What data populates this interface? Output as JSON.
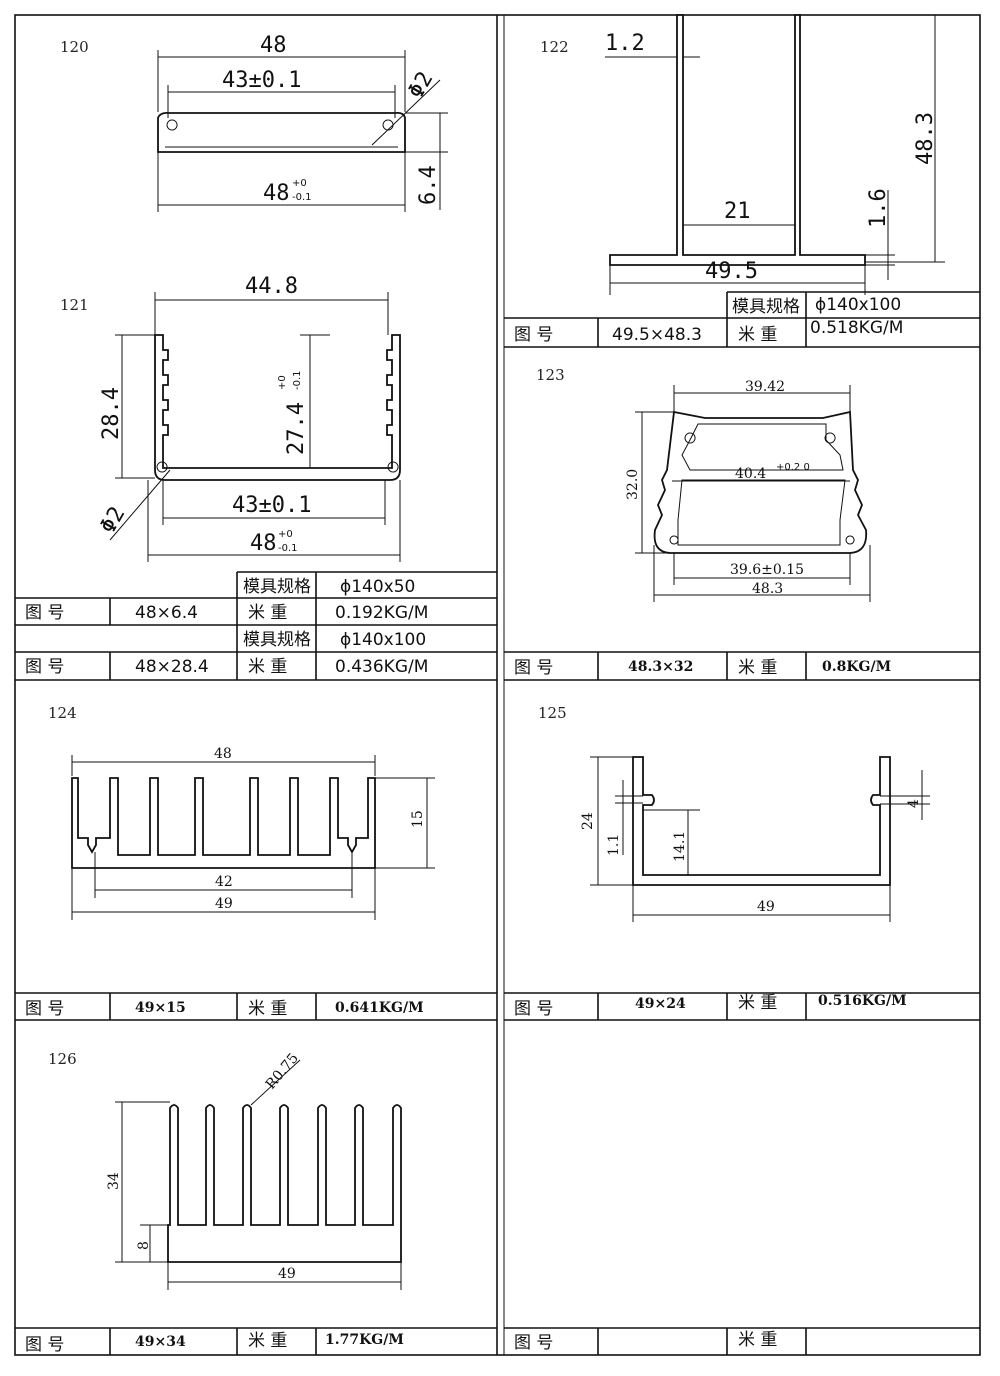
{
  "labels": {
    "figure_no": "图  号",
    "weight": "米  重",
    "die_spec": "模具规格"
  },
  "p120": {
    "number": "120",
    "width": "48",
    "inner": "43±0.1",
    "hole": "Φ2",
    "height": "6.4",
    "base": "48",
    "tol_plus": "+0",
    "tol_minus": "-0.1"
  },
  "p121": {
    "number": "121",
    "width": "44.8",
    "height": "28.4",
    "inner_h": "27.4",
    "tol_plus": "+0",
    "tol_minus": "-0.1",
    "inner": "43±0.1",
    "base": "48",
    "hole": "Φ2"
  },
  "t120": {
    "size": "48×6.4",
    "die": "ϕ140x50",
    "weight": "0.192KG/M"
  },
  "t121": {
    "size": "48×28.4",
    "die": "ϕ140x100",
    "weight": "0.436KG/M"
  },
  "p122": {
    "number": "122",
    "fin_t": "1.2",
    "gap": "21",
    "width": "49.5",
    "base_t": "1.6",
    "height": "48.3"
  },
  "t122": {
    "size": "49.5×48.3",
    "die": "ϕ140x100",
    "weight": "0.518KG/M"
  },
  "p123": {
    "number": "123",
    "top": "39.42",
    "height": "32.0",
    "mid": "40.4",
    "mid_tol": "+0.2 0",
    "inner": "39.6±0.15",
    "width": "48.3"
  },
  "t123": {
    "size": "48.3×32",
    "weight": "0.8KG/M"
  },
  "p124": {
    "number": "124",
    "top": "48",
    "height": "15",
    "inner": "42",
    "width": "49"
  },
  "t124": {
    "size": "49×15",
    "weight": "0.641KG/M"
  },
  "p125": {
    "number": "125",
    "height": "24",
    "slot": "1.1",
    "slot_h": "14.1",
    "slot_w": "4",
    "width": "49"
  },
  "t125": {
    "size": "49×24",
    "weight": "0.516KG/M"
  },
  "p126": {
    "number": "126",
    "radius": "R0.75",
    "height": "34",
    "base_h": "8",
    "width": "49"
  },
  "t126": {
    "size": "49×34",
    "weight": "1.77KG/M"
  }
}
